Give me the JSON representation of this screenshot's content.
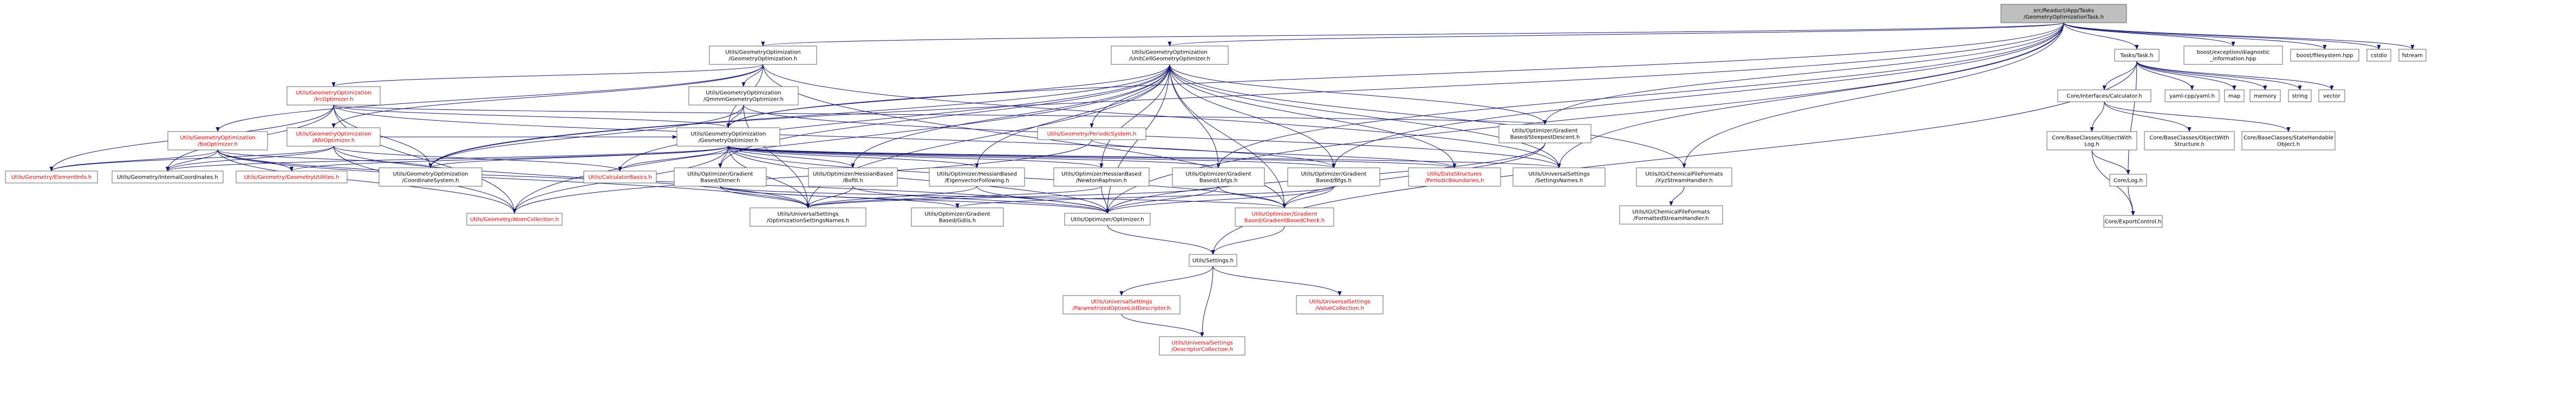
{
  "theme": {
    "edge_color": "#191970",
    "node_fill": "#ffffff",
    "root_fill": "#bfbfbf",
    "border_default": "#000000",
    "border_truncated": "#ff0000",
    "border_external": "#bfbfbf",
    "text_default": "#000000",
    "text_truncated": "#ff0000"
  },
  "nodes": [
    {
      "id": "root",
      "lines": [
        "src/Readuct/App/Tasks",
        "/GeometryOptimizationTask.h"
      ],
      "kind": "root"
    },
    {
      "id": "go",
      "lines": [
        "Utils/GeometryOptimization",
        "/GeometryOptimization.h"
      ],
      "kind": "normal"
    },
    {
      "id": "ucgo",
      "lines": [
        "Utils/GeometryOptimization",
        "/UnitCellGeometryOptimizer.h"
      ],
      "kind": "normal"
    },
    {
      "id": "irc",
      "lines": [
        "Utils/GeometryOptimization",
        "/IrcOptimizer.h"
      ],
      "kind": "truncated"
    },
    {
      "id": "qmmm",
      "lines": [
        "Utils/GeometryOptimization",
        "/QmmmGeometryOptimizer.h"
      ],
      "kind": "normal"
    },
    {
      "id": "afir",
      "lines": [
        "Utils/GeometryOptimization",
        "/AfirOptimizer.h"
      ],
      "kind": "truncated"
    },
    {
      "id": "bo",
      "lines": [
        "Utils/GeometryOptimization",
        "/BoOptimizer.h"
      ],
      "kind": "truncated"
    },
    {
      "id": "geoopt",
      "lines": [
        "Utils/GeometryOptimization",
        "/GeometryOptimizer.h"
      ],
      "kind": "normal"
    },
    {
      "id": "periodic",
      "lines": [
        "Utils/Geometry/PeriodicSystem.h"
      ],
      "kind": "truncated"
    },
    {
      "id": "sd",
      "lines": [
        "Utils/Optimizer/Gradient",
        "Based/SteepestDescent.h"
      ],
      "kind": "normal"
    },
    {
      "id": "tasks",
      "lines": [
        "Tasks/Task.h"
      ],
      "kind": "normal"
    },
    {
      "id": "diag",
      "lines": [
        "boost/exception/diagnostic",
        "_information.hpp"
      ],
      "kind": "external"
    },
    {
      "id": "fs",
      "lines": [
        "boost/filesystem.hpp"
      ],
      "kind": "external"
    },
    {
      "id": "cstdio",
      "lines": [
        "cstdio"
      ],
      "kind": "external"
    },
    {
      "id": "fstream",
      "lines": [
        "fstream"
      ],
      "kind": "external"
    },
    {
      "id": "calc",
      "lines": [
        "Core/Interfaces/Calculator.h"
      ],
      "kind": "normal"
    },
    {
      "id": "yaml",
      "lines": [
        "yaml-cpp/yaml.h"
      ],
      "kind": "external"
    },
    {
      "id": "map",
      "lines": [
        "map"
      ],
      "kind": "external"
    },
    {
      "id": "memory",
      "lines": [
        "memory"
      ],
      "kind": "external"
    },
    {
      "id": "string",
      "lines": [
        "string"
      ],
      "kind": "external"
    },
    {
      "id": "vector",
      "lines": [
        "vector"
      ],
      "kind": "external"
    },
    {
      "id": "bclog",
      "lines": [
        "Core/BaseClasses/ObjectWith",
        "Log.h"
      ],
      "kind": "normal"
    },
    {
      "id": "bcstruct",
      "lines": [
        "Core/BaseClasses/ObjectWith",
        "Structure.h"
      ],
      "kind": "normal"
    },
    {
      "id": "bcstate",
      "lines": [
        "Core/BaseClasses/StateHandable",
        "Object.h"
      ],
      "kind": "normal"
    },
    {
      "id": "log",
      "lines": [
        "Core/Log.h"
      ],
      "kind": "normal"
    },
    {
      "id": "export",
      "lines": [
        "Core/ExportControl.h"
      ],
      "kind": "normal"
    },
    {
      "id": "elem",
      "lines": [
        "Utils/Geometry/ElementInfo.h"
      ],
      "kind": "truncated"
    },
    {
      "id": "ic",
      "lines": [
        "Utils/Geometry/InternalCoordinates.h"
      ],
      "kind": "normal"
    },
    {
      "id": "geoutil",
      "lines": [
        "Utils/Geometry/GeometryUtilities.h"
      ],
      "kind": "truncated"
    },
    {
      "id": "cs",
      "lines": [
        "Utils/GeometryOptimization",
        "/CoordinateSystem.h"
      ],
      "kind": "normal"
    },
    {
      "id": "calcbasics",
      "lines": [
        "Utils/CalculatorBasics.h"
      ],
      "kind": "truncated"
    },
    {
      "id": "dimer",
      "lines": [
        "Utils/Optimizer/Gradient",
        "Based/Dimer.h"
      ],
      "kind": "normal"
    },
    {
      "id": "bofill",
      "lines": [
        "Utils/Optimizer/HessianBased",
        "/Bofill.h"
      ],
      "kind": "normal"
    },
    {
      "id": "ef",
      "lines": [
        "Utils/Optimizer/HessianBased",
        "/EigenvectorFollowing.h"
      ],
      "kind": "normal"
    },
    {
      "id": "nr",
      "lines": [
        "Utils/Optimizer/HessianBased",
        "/NewtonRaphson.h"
      ],
      "kind": "normal"
    },
    {
      "id": "lbfgs",
      "lines": [
        "Utils/Optimizer/Gradient",
        "Based/Lbfgs.h"
      ],
      "kind": "normal"
    },
    {
      "id": "bfgs",
      "lines": [
        "Utils/Optimizer/Gradient",
        "Based/Bfgs.h"
      ],
      "kind": "normal"
    },
    {
      "id": "pb",
      "lines": [
        "Utils/DataStructures",
        "/PeriodicBoundaries.h"
      ],
      "kind": "truncated"
    },
    {
      "id": "usn",
      "lines": [
        "Utils/UniversalSettings",
        "/SettingsNames.h"
      ],
      "kind": "normal"
    },
    {
      "id": "xyz",
      "lines": [
        "Utils/IO/ChemicalFileFormats",
        "/XyzStreamHandler.h"
      ],
      "kind": "normal"
    },
    {
      "id": "fsh",
      "lines": [
        "Utils/IO/ChemicalFileFormats",
        "/FormattedStreamHandler.h"
      ],
      "kind": "normal"
    },
    {
      "id": "ac",
      "lines": [
        "Utils/Geometry/AtomCollection.h"
      ],
      "kind": "truncated"
    },
    {
      "id": "ossn",
      "lines": [
        "Utils/UniversalSettings",
        "/OptimizationSettingsNames.h"
      ],
      "kind": "normal"
    },
    {
      "id": "gdiis",
      "lines": [
        "Utils/Optimizer/Gradient",
        "Based/Gdiis.h"
      ],
      "kind": "normal"
    },
    {
      "id": "opt",
      "lines": [
        "Utils/Optimizer/Optimizer.h"
      ],
      "kind": "normal"
    },
    {
      "id": "gbc",
      "lines": [
        "Utils/Optimizer/Gradient",
        "Based/GradientBasedCheck.h"
      ],
      "kind": "truncated"
    },
    {
      "id": "settings",
      "lines": [
        "Utils/Settings.h"
      ],
      "kind": "normal"
    },
    {
      "id": "pold",
      "lines": [
        "Utils/UniversalSettings",
        "/ParametrizedOptionListDescriptor.h"
      ],
      "kind": "truncated"
    },
    {
      "id": "vc",
      "lines": [
        "Utils/UniversalSettings",
        "/ValueCollection.h"
      ],
      "kind": "truncated"
    },
    {
      "id": "dc",
      "lines": [
        "Utils/UniversalSettings",
        "/DescriptorCollection.h"
      ],
      "kind": "truncated"
    }
  ],
  "edges": [
    [
      "root",
      "go"
    ],
    [
      "root",
      "ucgo"
    ],
    [
      "root",
      "tasks"
    ],
    [
      "root",
      "diag"
    ],
    [
      "root",
      "fs"
    ],
    [
      "root",
      "cstdio"
    ],
    [
      "root",
      "fstream"
    ],
    [
      "root",
      "geoopt"
    ],
    [
      "root",
      "sd"
    ],
    [
      "root",
      "bfgs"
    ],
    [
      "root",
      "lbfgs"
    ],
    [
      "root",
      "usn"
    ],
    [
      "root",
      "xyz"
    ],
    [
      "root",
      "cs"
    ],
    [
      "root",
      "opt"
    ],
    [
      "go",
      "irc"
    ],
    [
      "go",
      "qmmm"
    ],
    [
      "go",
      "afir"
    ],
    [
      "go",
      "bo"
    ],
    [
      "go",
      "geoopt"
    ],
    [
      "go",
      "usn"
    ],
    [
      "go",
      "gbc"
    ],
    [
      "ucgo",
      "geoopt"
    ],
    [
      "ucgo",
      "periodic"
    ],
    [
      "ucgo",
      "pb"
    ],
    [
      "ucgo",
      "sd"
    ],
    [
      "ucgo",
      "bfgs"
    ],
    [
      "ucgo",
      "lbfgs"
    ],
    [
      "ucgo",
      "ef"
    ],
    [
      "ucgo",
      "nr"
    ],
    [
      "ucgo",
      "bofill"
    ],
    [
      "ucgo",
      "dimer"
    ],
    [
      "ucgo",
      "usn"
    ],
    [
      "ucgo",
      "xyz"
    ],
    [
      "ucgo",
      "cs"
    ],
    [
      "ucgo",
      "calcbasics"
    ],
    [
      "ucgo",
      "ac"
    ],
    [
      "ucgo",
      "ossn"
    ],
    [
      "ucgo",
      "gbc"
    ],
    [
      "ucgo",
      "opt"
    ],
    [
      "irc",
      "geoopt"
    ],
    [
      "irc",
      "elem"
    ],
    [
      "irc",
      "ic"
    ],
    [
      "irc",
      "cs"
    ],
    [
      "irc",
      "ac"
    ],
    [
      "irc",
      "sd"
    ],
    [
      "irc",
      "bfgs"
    ],
    [
      "qmmm",
      "geoopt"
    ],
    [
      "qmmm",
      "cs"
    ],
    [
      "qmmm",
      "ossn"
    ],
    [
      "qmmm",
      "usn"
    ],
    [
      "afir",
      "geoopt"
    ],
    [
      "afir",
      "ic"
    ],
    [
      "afir",
      "calcbasics"
    ],
    [
      "afir",
      "ac"
    ],
    [
      "afir",
      "elem"
    ],
    [
      "afir",
      "ossn"
    ],
    [
      "bo",
      "elem"
    ],
    [
      "bo",
      "ic"
    ],
    [
      "bo",
      "geoutil"
    ],
    [
      "bo",
      "cs"
    ],
    [
      "bo",
      "ac"
    ],
    [
      "bo",
      "ossn"
    ],
    [
      "bo",
      "opt"
    ],
    [
      "geoopt",
      "ic"
    ],
    [
      "geoopt",
      "geoutil"
    ],
    [
      "geoopt",
      "cs"
    ],
    [
      "geoopt",
      "calcbasics"
    ],
    [
      "geoopt",
      "dimer"
    ],
    [
      "geoopt",
      "bofill"
    ],
    [
      "geoopt",
      "ef"
    ],
    [
      "geoopt",
      "nr"
    ],
    [
      "geoopt",
      "lbfgs"
    ],
    [
      "geoopt",
      "bfgs"
    ],
    [
      "geoopt",
      "pb"
    ],
    [
      "geoopt",
      "usn"
    ],
    [
      "geoopt",
      "ac"
    ],
    [
      "geoopt",
      "ossn"
    ],
    [
      "geoopt",
      "gbc"
    ],
    [
      "geoopt",
      "opt"
    ],
    [
      "periodic",
      "pb"
    ],
    [
      "periodic",
      "ac"
    ],
    [
      "sd",
      "gbc"
    ],
    [
      "sd",
      "opt"
    ],
    [
      "tasks",
      "calc"
    ],
    [
      "tasks",
      "yaml"
    ],
    [
      "tasks",
      "map"
    ],
    [
      "tasks",
      "memory"
    ],
    [
      "tasks",
      "string"
    ],
    [
      "tasks",
      "vector"
    ],
    [
      "tasks",
      "log"
    ],
    [
      "tasks",
      "settings"
    ],
    [
      "calc",
      "bclog"
    ],
    [
      "calc",
      "bcstruct"
    ],
    [
      "calc",
      "bcstate"
    ],
    [
      "bclog",
      "log"
    ],
    [
      "bclog",
      "export"
    ],
    [
      "log",
      "export"
    ],
    [
      "dimer",
      "ossn"
    ],
    [
      "dimer",
      "gbc"
    ],
    [
      "dimer",
      "opt"
    ],
    [
      "dimer",
      "gdiis"
    ],
    [
      "bofill",
      "ossn"
    ],
    [
      "bofill",
      "opt"
    ],
    [
      "ef",
      "ossn"
    ],
    [
      "ef",
      "opt"
    ],
    [
      "nr",
      "ossn"
    ],
    [
      "nr",
      "opt"
    ],
    [
      "lbfgs",
      "ossn"
    ],
    [
      "lbfgs",
      "gbc"
    ],
    [
      "lbfgs",
      "opt"
    ],
    [
      "bfgs",
      "gbc"
    ],
    [
      "bfgs",
      "opt"
    ],
    [
      "bfgs",
      "gdiis"
    ],
    [
      "xyz",
      "fsh"
    ],
    [
      "opt",
      "settings"
    ],
    [
      "gbc",
      "settings"
    ],
    [
      "settings",
      "pold"
    ],
    [
      "settings",
      "vc"
    ],
    [
      "settings",
      "dc"
    ],
    [
      "pold",
      "dc"
    ]
  ]
}
